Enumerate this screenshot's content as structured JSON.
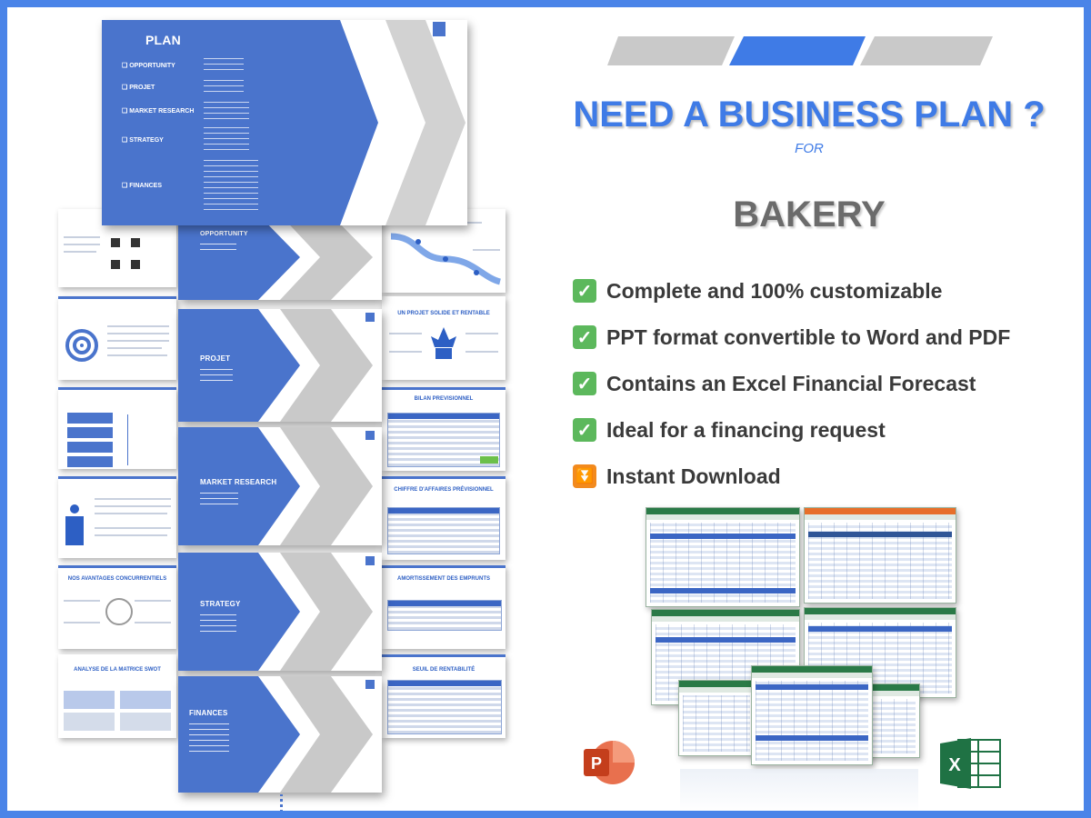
{
  "hero": {
    "headline": "NEED A BUSINESS PLAN ?",
    "for_label": "FOR",
    "product": "BAKERY"
  },
  "features": [
    {
      "icon": "check-mark-icon",
      "text": "Complete and 100% customizable"
    },
    {
      "icon": "check-mark-icon",
      "text": "PPT format convertible to Word and PDF"
    },
    {
      "icon": "check-mark-icon",
      "text": "Contains an Excel Financial Forecast"
    },
    {
      "icon": "check-mark-icon",
      "text": "Ideal for a financing request"
    },
    {
      "icon": "download-arrow-icon",
      "text": "Instant Download"
    }
  ],
  "plan_slide": {
    "title": "PLAN",
    "items": [
      "OPPORTUNITY",
      "PROJET",
      "MARKET RESEARCH",
      "STRATEGY",
      "FINANCES"
    ]
  },
  "section_slides": [
    {
      "title": "OPPORTUNITY"
    },
    {
      "title": "PROJET"
    },
    {
      "title": "MARKET RESEARCH"
    },
    {
      "title": "STRATEGY"
    },
    {
      "title": "FINANCES"
    }
  ],
  "mini_slides": [
    {
      "title": "UN PROJET SOLIDE ET RENTABLE"
    },
    {
      "title": "BILAN PREVISIONNEL"
    },
    {
      "title": "CHIFFRE D'AFFAIRES PRÉVISIONNEL"
    },
    {
      "title": "AMORTISSEMENT DES EMPRUNTS"
    },
    {
      "title": "SEUIL DE RENTABILITÉ"
    },
    {
      "title": "NOS AVANTAGES CONCURRENTIELS"
    },
    {
      "title": "ANALYSE DE LA MATRICE SWOT"
    }
  ],
  "colors": {
    "brand_blue": "#4a84e8",
    "slide_blue": "#4a74cc",
    "chevron_grey": "#c9c9c9",
    "excel_green": "#1f7244",
    "ppt_orange": "#d24625"
  },
  "icons": {
    "ppt": "powerpoint-logo-icon",
    "excel": "excel-logo-icon"
  }
}
